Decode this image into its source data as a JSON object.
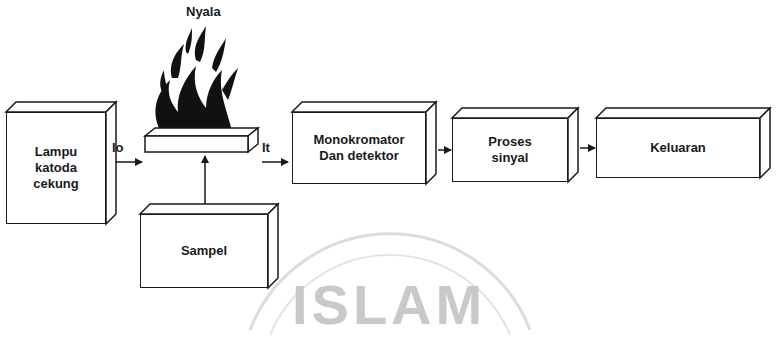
{
  "diagram": {
    "nodes": [
      {
        "text": [
          "Lampu katoda cekung"
        ]
      },
      {
        "text": [
          "Sampel"
        ]
      },
      {
        "text": [
          "Monokromator Dan detektor"
        ]
      },
      {
        "text": [
          "Proses sinyal"
        ]
      },
      {
        "text": [
          "Keluaran"
        ]
      }
    ],
    "edges": [
      {
        "from": 2,
        "to": 3,
        "arrow": "to"
      },
      {
        "from": 3,
        "to": 4,
        "arrow": "to"
      }
    ],
    "labels": [
      "Nyala",
      "Io",
      "It",
      "ISLAM"
    ]
  }
}
